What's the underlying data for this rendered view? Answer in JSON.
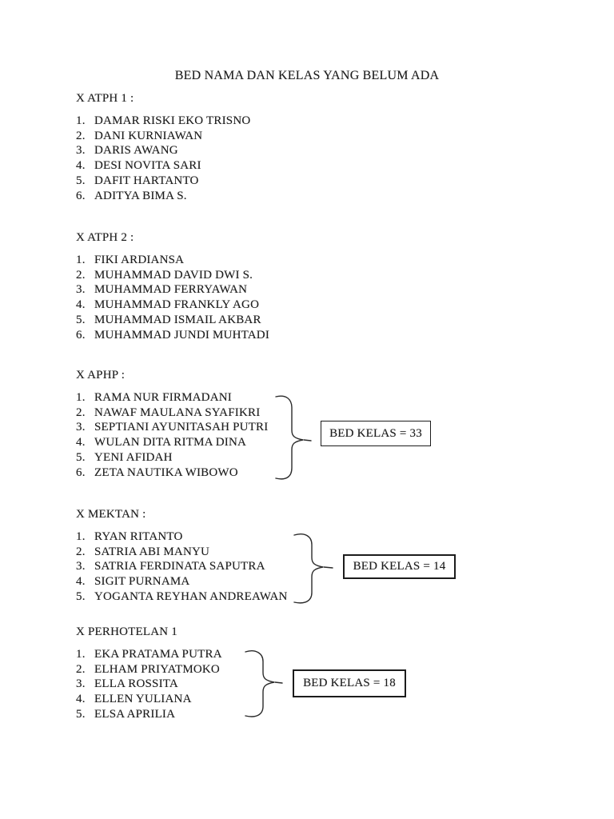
{
  "document": {
    "title": "BED NAMA DAN KELAS YANG BELUM ADA"
  },
  "sections": [
    {
      "heading": "X ATPH 1 :",
      "students": [
        "DAMAR RISKI EKO TRISNO",
        "DANI KURNIAWAN",
        "DARIS AWANG",
        "DESI NOVITA SARI",
        "DAFIT HARTANTO",
        "ADITYA BIMA S."
      ]
    },
    {
      "heading": "X ATPH 2 :",
      "students": [
        "FIKI ARDIANSA",
        "MUHAMMAD DAVID DWI S.",
        "MUHAMMAD FERRYAWAN",
        "MUHAMMAD FRANKLY AGO",
        "MUHAMMAD ISMAIL AKBAR",
        "MUHAMMAD JUNDI MUHTADI"
      ]
    },
    {
      "heading": "X APHP :",
      "students": [
        "RAMA NUR FIRMADANI",
        "NAWAF MAULANA SYAFIKRI",
        "SEPTIANI AYUNITASAH PUTRI",
        "WULAN DITA RITMA DINA",
        "YENI AFIDAH",
        "ZETA NAUTIKA WIBOWO"
      ],
      "bed_kelas_label": "BED KELAS = 33"
    },
    {
      "heading": "X MEKTAN :",
      "students": [
        "RYAN RITANTO",
        "SATRIA ABI MANYU",
        "SATRIA FERDINATA SAPUTRA",
        "SIGIT PURNAMA",
        "YOGANTA REYHAN ANDREAWAN"
      ],
      "bed_kelas_label": "BED KELAS = 14"
    },
    {
      "heading": "X PERHOTELAN 1",
      "students": [
        "EKA PRATAMA PUTRA",
        "ELHAM PRIYATMOKO",
        "ELLA ROSSITA",
        "ELLEN YULIANA",
        "ELSA APRILIA"
      ],
      "bed_kelas_label": "BED KELAS = 18"
    }
  ]
}
